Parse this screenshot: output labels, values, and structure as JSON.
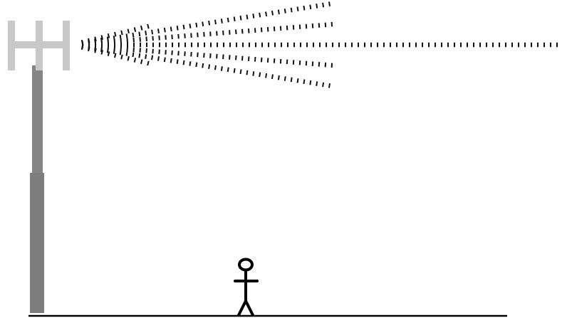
{
  "diagram": {
    "subject": "cell-tower-radiation-beam",
    "colors": {
      "background": "#ffffff",
      "mast_lower": "#7d7d7d",
      "mast_upper": "#858585",
      "antenna_head": "#c8c8c8",
      "beam_dash": "#111111",
      "figure": "#000000",
      "ground": "#000000"
    },
    "elements": [
      "antenna-mast",
      "antenna-head",
      "signal-beam",
      "stick-figure-person",
      "ground-line"
    ]
  }
}
